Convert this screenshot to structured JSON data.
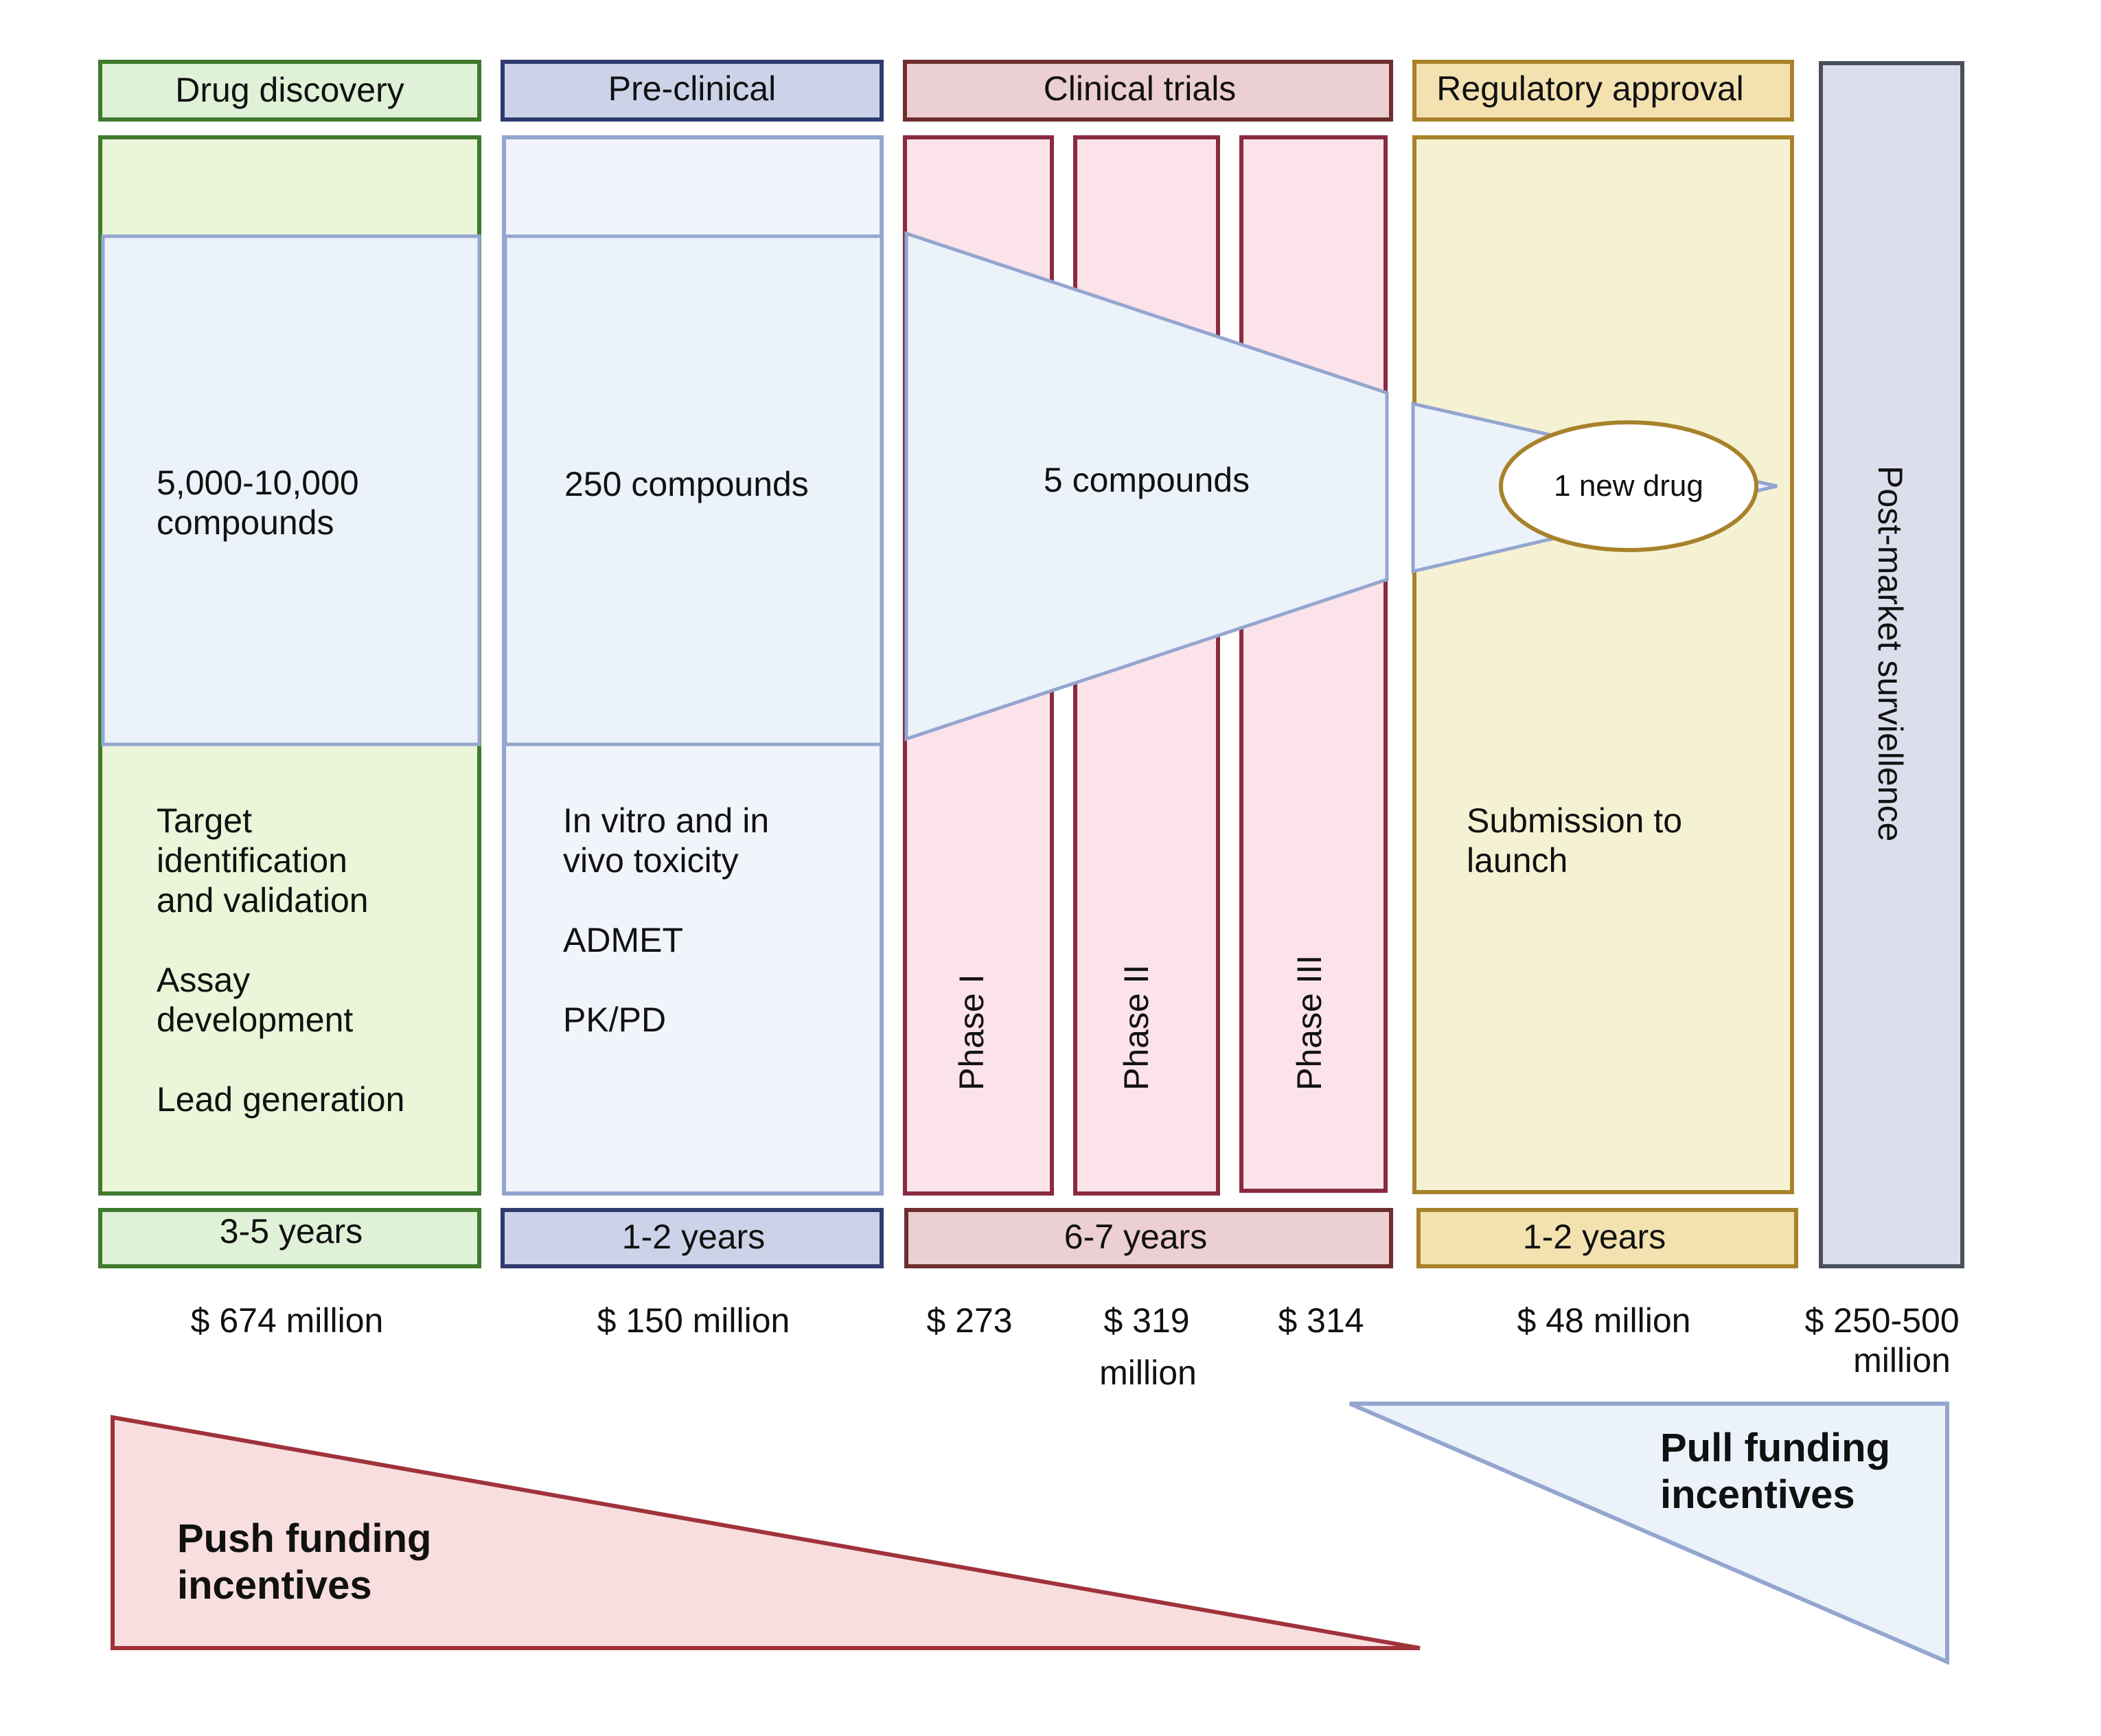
{
  "stages": {
    "discovery": {
      "header": "Drug discovery",
      "count": [
        "5,000-10,000",
        "compounds"
      ],
      "activities": [
        "Target",
        "identification",
        "and validation",
        "Assay",
        "development",
        "Lead generation"
      ],
      "duration": "3-5 years",
      "cost": "$ 674 million",
      "colors": {
        "border": "#3f7a2e",
        "header_fill": "#dff2d8",
        "body_fill": "#eaf5d9"
      }
    },
    "preclinical": {
      "header": "Pre-clinical",
      "count": "250 compounds",
      "activities": [
        "In vitro and in",
        "vivo toxicity",
        "ADMET",
        "PK/PD"
      ],
      "duration": "1-2 years",
      "cost": "$ 150 million",
      "colors": {
        "border": "#2f3b6e",
        "header_fill": "#ccd3e8",
        "body_fill": "#f1f4fa",
        "body_border": "#94a6cf"
      }
    },
    "clinical": {
      "header": "Clinical trials",
      "count": "5 compounds",
      "phases": [
        {
          "label": "Phase I",
          "cost": "$ 273"
        },
        {
          "label": "Phase II",
          "cost": "$ 319"
        },
        {
          "label": "Phase III",
          "cost": "$ 314"
        }
      ],
      "cost_unit": "million",
      "duration": "6-7 years",
      "colors": {
        "border": "#8a2a40",
        "header_fill": "#eccfd2",
        "header_border": "#6e2e2e",
        "body_fill": "#fbe3e9"
      }
    },
    "regulatory": {
      "header": "Regulatory approval",
      "result": "1 new drug",
      "activities": [
        "Submission to",
        "launch"
      ],
      "duration": "1-2 years",
      "cost": "$ 48 million",
      "colors": {
        "border": "#a8822a",
        "header_fill": "#f3e2b0",
        "body_fill": "#f5f2d4"
      }
    },
    "postmarket": {
      "label": "Post-market surviellence",
      "cost": [
        "$ 250-500",
        "million"
      ],
      "colors": {
        "border": "#4a4f5e",
        "fill": "#dcdeeb"
      }
    }
  },
  "funnel": {
    "fill": "#ebf2fa",
    "stroke": "#94a6cf"
  },
  "push": {
    "label": [
      "Push funding",
      "incentives"
    ],
    "fill": "#f8dede",
    "stroke": "#a0323a"
  },
  "pull": {
    "label": [
      "Pull funding",
      "incentives"
    ],
    "fill": "#ebf2fa",
    "stroke": "#94a6cf"
  }
}
